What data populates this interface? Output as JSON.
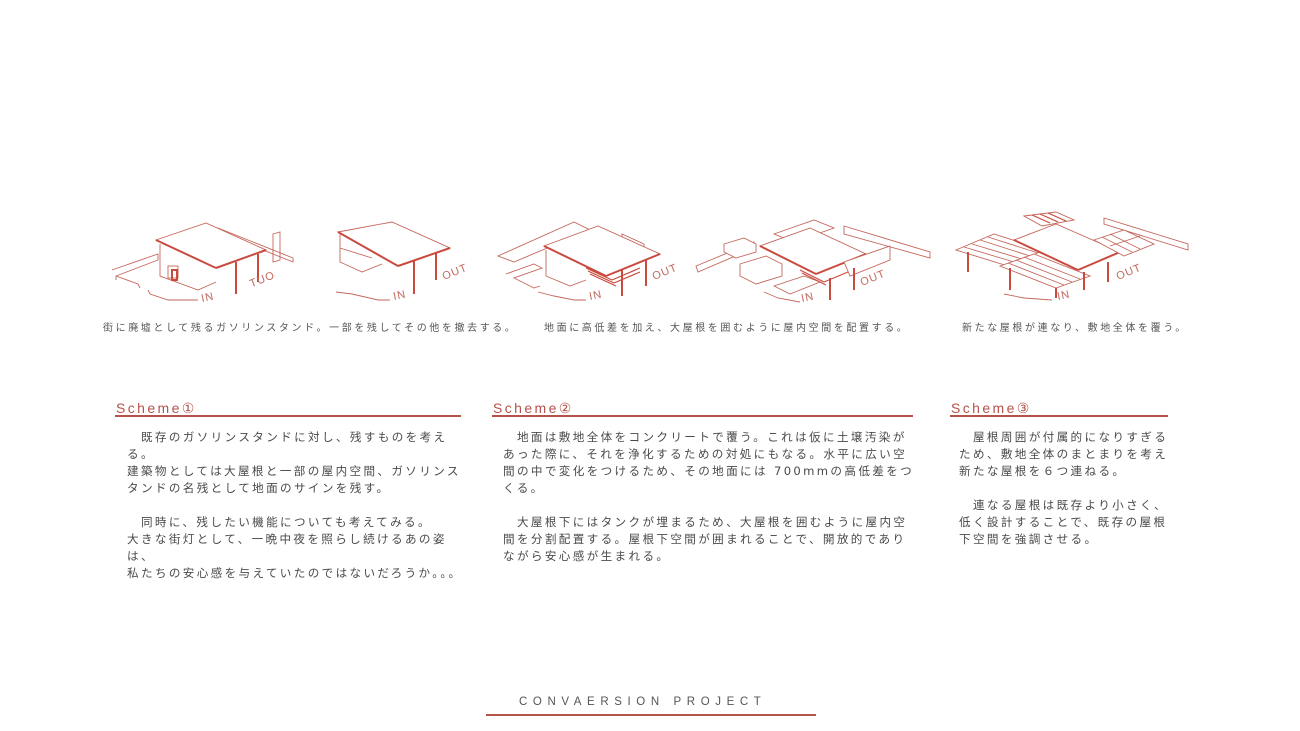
{
  "drawings": {
    "in_label": "IN",
    "out_label": "OUT"
  },
  "captions": [
    "街に廃墟として残るガソリンスタンド。一部を残してその他を撤去する。",
    "地面に高低差を加え、大屋根を囲むように屋内空間を配置する。",
    "新たな屋根が連なり、敷地全体を覆う。"
  ],
  "schemes": [
    {
      "title": "Scheme①",
      "paragraphs": [
        "　既存のガソリンスタンドに対し、残すものを考える。\n建築物としては大屋根と一部の屋内空間、ガソリンス\nタンドの名残として地面のサインを残す。",
        "　同時に、残したい機能についても考えてみる。\n大きな街灯として、一晩中夜を照らし続けるあの姿は、\n私たちの安心感を与えていたのではないだろうか。。。"
      ]
    },
    {
      "title": "Scheme②",
      "paragraphs": [
        "　地面は敷地全体をコンクリートで覆う。これは仮に土壌汚染が\nあった際に、それを浄化するための対処にもなる。水平に広い空\n間の中で変化をつけるため、その地面には 700mmの高低差をつ\nくる。",
        "　大屋根下にはタンクが埋まるため、大屋根を囲むように屋内空\n間を分割配置する。屋根下空間が囲まれることで、開放的であり\nながら安心感が生まれる。"
      ]
    },
    {
      "title": "Scheme③",
      "paragraphs": [
        "　屋根周囲が付属的になりすぎる\nため、敷地全体のまとまりを考え\n新たな屋根を６つ連ねる。",
        "　連なる屋根は既存より小さく、\n低く設計することで、既存の屋根\n下空間を強調させる。"
      ]
    }
  ],
  "footer": {
    "title": "CONVAERSION PROJECT"
  },
  "colors": {
    "accent": "#b5524a",
    "line": "#c4675c",
    "text": "#4a4a4a"
  }
}
